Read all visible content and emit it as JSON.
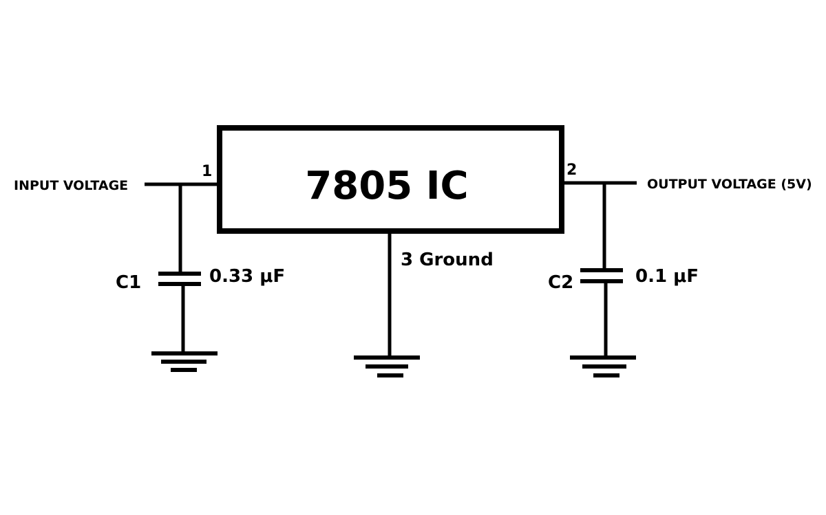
{
  "ic": {
    "name": "7805 IC"
  },
  "pins": {
    "input_number": "1",
    "output_number": "2",
    "ground": "3 Ground"
  },
  "terminals": {
    "input": "INPUT VOLTAGE",
    "output": "OUTPUT VOLTAGE (5V)"
  },
  "capacitors": [
    {
      "name": "C1",
      "value": "0.33 μF"
    },
    {
      "name": "C2",
      "value": "0.1 μF"
    }
  ],
  "colors": {
    "line": "#000000",
    "background": "#ffffff"
  }
}
